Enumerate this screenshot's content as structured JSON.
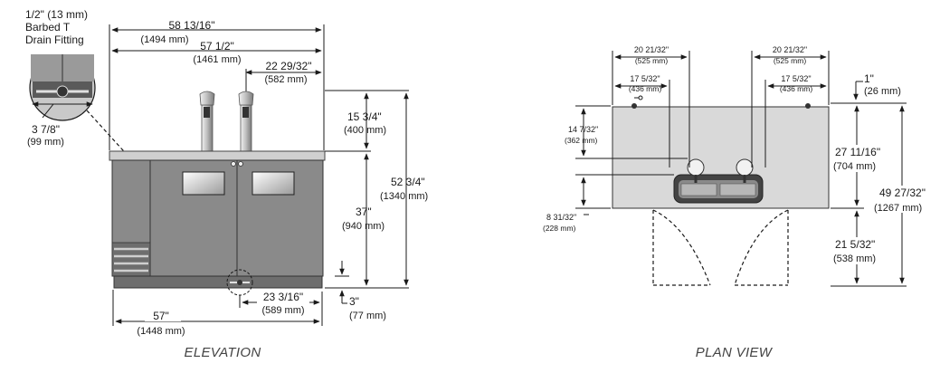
{
  "elevation": {
    "caption": "ELEVATION",
    "drain_label": [
      "1/2\" (13 mm)",
      "Barbed T",
      "Drain Fitting"
    ],
    "drain_size": "3 7/8\"",
    "drain_size_mm": "(99 mm)",
    "overall_width": "58 13/16\"",
    "overall_width_mm": "(1494 mm)",
    "body_width_top": "57 1/2\"",
    "body_width_top_mm": "(1461 mm)",
    "tower_offset": "22 29/32\"",
    "tower_offset_mm": "(582 mm)",
    "tower_height": "15 3/4\"",
    "tower_height_mm": "(400 mm)",
    "body_height": "37\"",
    "body_height_mm": "(940 mm)",
    "total_height": "52 3/4\"",
    "total_height_mm": "(1340 mm)",
    "drain_offset": "23 3/16\"",
    "drain_offset_mm": "(589 mm)",
    "leg_height": "3\"",
    "leg_height_mm": "(77 mm)",
    "base_width": "57\"",
    "base_width_mm": "(1448 mm)"
  },
  "plan": {
    "caption": "PLAN VIEW",
    "left_outer": "20 21/32\"",
    "left_outer_mm": "(525 mm)",
    "left_inner": "17 5/32\"",
    "left_inner_mm": "(436 mm)",
    "right_outer": "20 21/32\"",
    "right_outer_mm": "(525 mm)",
    "right_inner": "17 5/32\"",
    "right_inner_mm": "(436 mm)",
    "top_offset": "1\"",
    "top_offset_mm": "(26 mm)",
    "tower_depth": "14 7/32\"",
    "tower_depth_mm": "(362 mm)",
    "depth": "27 11/16\"",
    "depth_mm": "(704 mm)",
    "overall_depth": "49 27/32\"",
    "overall_depth_mm": "(1267 mm)",
    "drip_offset": "8 31/32\"",
    "drip_offset_mm": "(228 mm)",
    "door_swing": "21 5/32\"",
    "door_swing_mm": "(538 mm)"
  },
  "colors": {
    "cabinet": "#8a8a8a",
    "cabinet_dark": "#6e6e6e",
    "top_plate": "#cfcfcf",
    "tower": "#d6d6d6",
    "plan_top": "#d9d9d9"
  }
}
